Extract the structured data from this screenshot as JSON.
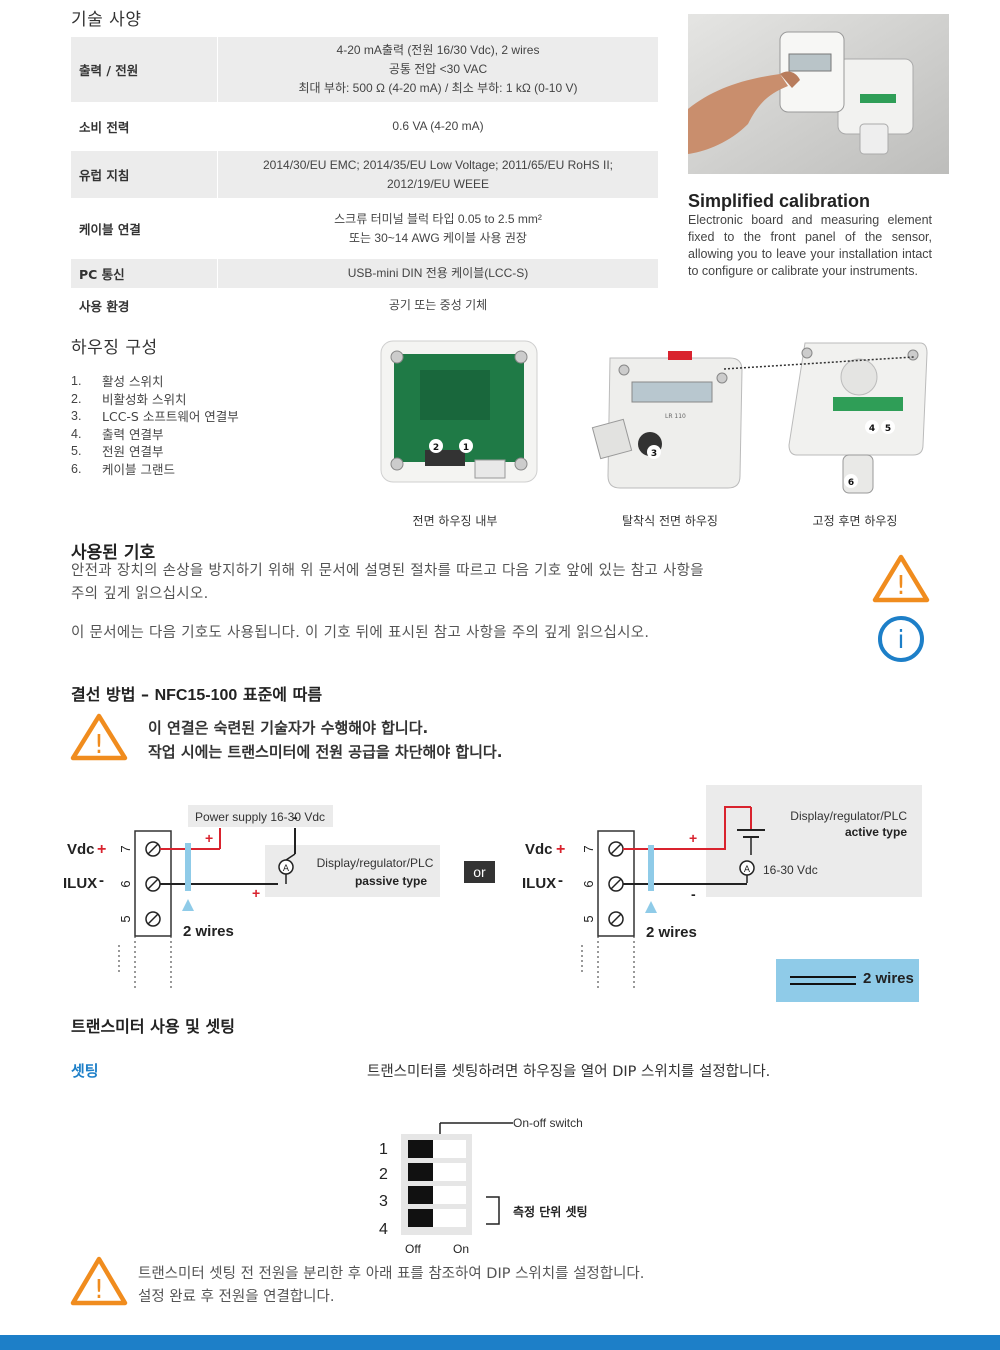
{
  "spec": {
    "title": "기술 사양",
    "rows": [
      {
        "key": "출력 / 전원",
        "lines": [
          "4-20 mA출력 (전원 16/30 Vdc), 2 wires",
          "공통 전압 <30 VAC",
          "최대 부하: 500 Ω (4-20 mA) / 최소 부하: 1 kΩ (0-10 V)"
        ]
      },
      {
        "key": "소비 전력",
        "lines": [
          "0.6 VA (4-20 mA)"
        ]
      },
      {
        "key": "유럽 지침",
        "lines": [
          "2014/30/EU EMC; 2014/35/EU Low Voltage; 2011/65/EU RoHS II;",
          "2012/19/EU WEEE"
        ]
      },
      {
        "key": "케이블 연결",
        "lines": [
          "스크류 터미널 블럭 타입 0.05 to 2.5 mm²",
          "또는 30~14 AWG 케이블 사용 권장"
        ]
      },
      {
        "key": "PC 통신",
        "lines": [
          "USB-mini DIN 전용 케이블(LCC-S)"
        ]
      },
      {
        "key": "사용 환경",
        "lines": [
          "공기 또는 중성 기체"
        ]
      }
    ]
  },
  "calibration": {
    "title": "Simplified calibration",
    "text": "Electronic board and measuring element fixed to the front panel of the sensor, allowing you to leave your installation intact to configure or calibrate your instruments."
  },
  "housing": {
    "title": "하우징 구성",
    "items": [
      {
        "n": "1.",
        "label": "활성 스위치"
      },
      {
        "n": "2.",
        "label": "비활성화 스위치"
      },
      {
        "n": "3.",
        "label": "LCC-S 소프트웨어 연결부"
      },
      {
        "n": "4.",
        "label": "출력 연결부"
      },
      {
        "n": "5.",
        "label": "전원 연결부"
      },
      {
        "n": "6.",
        "label": "케이블 그랜드"
      }
    ],
    "captions": [
      "전면 하우징 내부",
      "탈착식 전면 하우징",
      "고정 후면 하우징"
    ],
    "markers": [
      "1",
      "2",
      "3",
      "4",
      "5",
      "6"
    ],
    "lcd_label": "LR 110"
  },
  "symbols": {
    "title": "사용된 기호",
    "para1_line1": "안전과 장치의 손상을 방지하기 위해 위 문서에 설명된 절차를 따르고 다음 기호 앞에 있는 참고 사항을",
    "para1_line2": "주의 깊게 읽으십시오.",
    "para2": "이 문서에는 다음 기호도 사용됩니다. 이 기호 뒤에 표시된 참고 사항을 주의 깊게 읽으십시오."
  },
  "wiring": {
    "title_pre": "결선 방법 – ",
    "title_std": "NFC15-100",
    "title_post": " 표준에 따름",
    "warn_line1": "이 연결은 숙련된 기술자가 수행해야 합니다.",
    "warn_line2": "작업 시에는 트랜스미터에 전원 공급을 차단해야 합니다.",
    "left": {
      "power_label": "Power supply 16-30 Vdc",
      "device_line1": "Display/regulator/PLC",
      "device_line2": "passive type",
      "vdc": "Vdc",
      "ilux": "ILUX",
      "plus": "+",
      "minus": "-",
      "t7": "7",
      "t6": "6",
      "t5": "5",
      "wires": "2 wires",
      "ammeter": "A"
    },
    "or": "or",
    "right": {
      "device_line1": "Display/regulator/PLC",
      "device_line2": "active type",
      "voltage": "16-30 Vdc",
      "vdc": "Vdc",
      "ilux": "ILUX",
      "plus": "+",
      "minus": "-",
      "t7": "7",
      "t6": "6",
      "t5": "5",
      "wires": "2 wires",
      "ammeter": "A"
    },
    "legend": "2 wires",
    "colors": {
      "red": "#d9232e",
      "blue": "#8fcbe8",
      "grey": "#ebebeb"
    }
  },
  "usage": {
    "title": "트랜스미터 사용 및 셋팅",
    "setting_label": "셋팅",
    "setting_text": "트랜스미터를 셋팅하려면 하우징을 열어 DIP 스위치를 설정합니다.",
    "switch_label": "On-off switch",
    "rows": [
      "1",
      "2",
      "3",
      "4"
    ],
    "off": "Off",
    "on": "On",
    "unit_label": "측정 단위 셋팅",
    "note_line1": "트랜스미터 셋팅 전 전원을 분리한 후 아래 표를 참조하여 DIP 스위치를 설정합니다.",
    "note_line2": "설정 완료 후 전원을 연결합니다."
  },
  "symbol_warning": "!",
  "symbol_info": "i",
  "accent": "#f08c1e",
  "info_blue": "#1d7fc8"
}
